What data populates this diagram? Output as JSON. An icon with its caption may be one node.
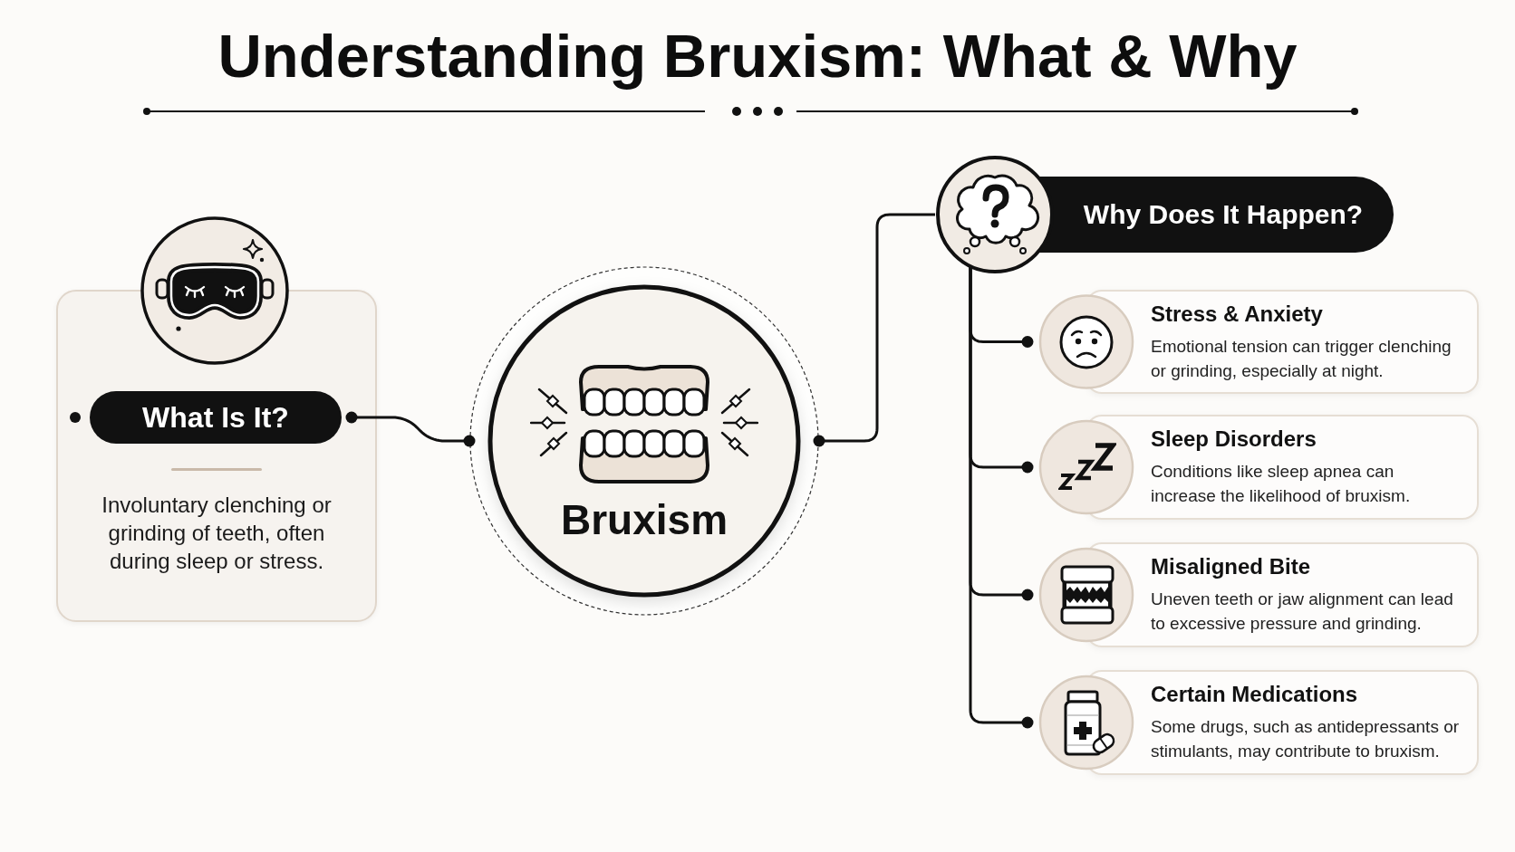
{
  "diagram": {
    "title": "Understanding Bruxism: What & Why",
    "nodes": [
      {
        "text": [
          "Involuntary clenching or grinding of teeth, often during sleep or stress."
        ]
      },
      {
        "text": [
          "What Is It?"
        ],
        "in": 0
      },
      {
        "text": [
          "Bruxism"
        ]
      },
      {
        "text": [
          "Why Does It Happen?"
        ]
      },
      {
        "text": [
          "Stress & Anxiety",
          "Emotional tension can trigger clenching or grinding, especially at night."
        ]
      },
      {
        "text": [
          "Sleep Disorders",
          "Conditions like sleep apnea can increase the likelihood of bruxism."
        ]
      },
      {
        "text": [
          "Misaligned Bite",
          "Uneven teeth or jaw alignment can lead to excessive pressure and grinding."
        ]
      },
      {
        "text": [
          "Certain Medications",
          "Some drugs, such as antidepressants or stimulants, may contribute to bruxism."
        ]
      }
    ],
    "edges": [
      {
        "from": 1,
        "to": 2,
        "arrow": "other"
      },
      {
        "from": 2,
        "to": 3,
        "arrow": "other"
      },
      {
        "from": 3,
        "to": 4,
        "arrow": "other"
      },
      {
        "from": 3,
        "to": 5,
        "arrow": "other"
      },
      {
        "from": 3,
        "to": 6,
        "arrow": "other"
      },
      {
        "from": 3,
        "to": 7,
        "arrow": "other"
      }
    ]
  }
}
